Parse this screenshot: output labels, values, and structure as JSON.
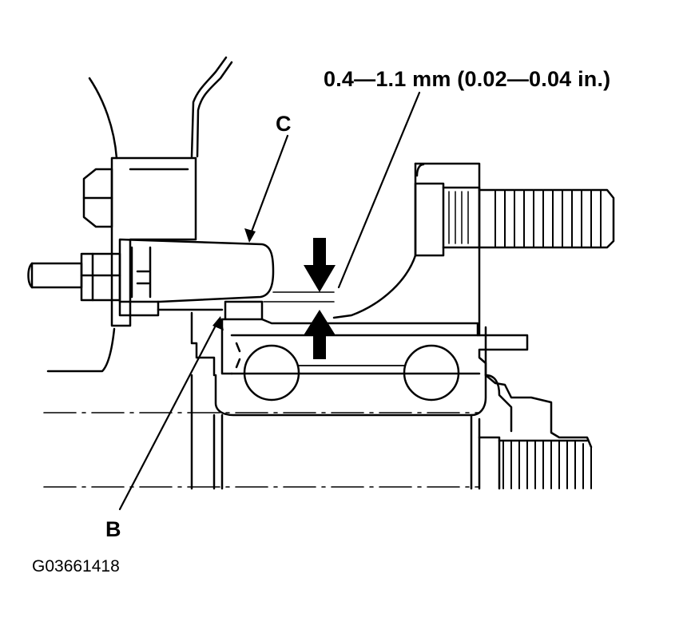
{
  "labels": {
    "clearance": "0.4—1.1 mm (0.02—0.04 in.)",
    "part_c": "C",
    "part_b": "B",
    "figure_id": "G03661418"
  },
  "colors": {
    "ink": "#000000",
    "paper": "#ffffff"
  }
}
